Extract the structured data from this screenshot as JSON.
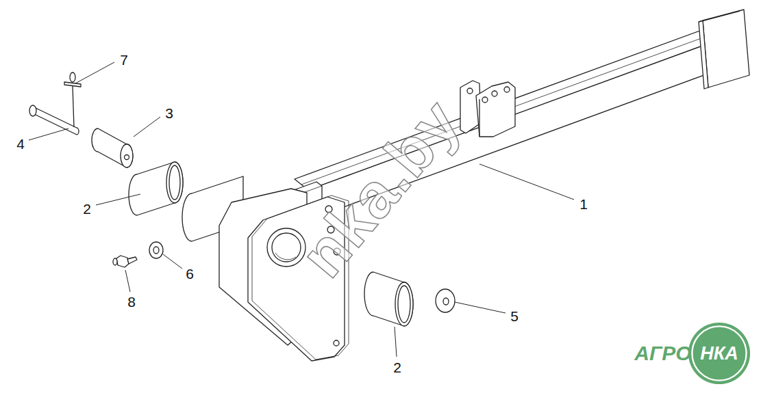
{
  "diagram": {
    "nodes": [
      {
        "text": [
          "НКА"
        ]
      }
    ],
    "labels": [
      "7",
      "3",
      "4",
      "2",
      "1",
      "6",
      "8",
      "5",
      "2",
      "nka.by",
      "АГРО"
    ]
  }
}
